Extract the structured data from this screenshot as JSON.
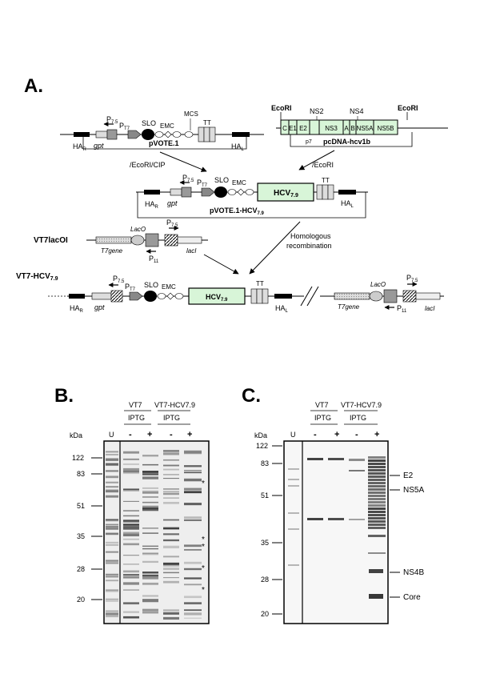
{
  "panel_a": {
    "letter": "A.",
    "pvote1": {
      "name": "pVOTE.1",
      "har": "HA",
      "har_sub": "R",
      "gpt": "gpt",
      "p75": "P",
      "p75_sub": "7.5",
      "pt7": "P",
      "pt7_sub": "T7",
      "slo": "SLO",
      "emc": "EMC",
      "mcs": "MCS",
      "tt": "TT",
      "hal": "HA",
      "hal_sub": "L"
    },
    "pcdna": {
      "name": "pcDNA-hcv1b",
      "ecori_left": "EcoRI",
      "ecori_right": "EcoRI",
      "ns2_top": "NS2",
      "ns4_top": "NS4",
      "p7": "p7",
      "segments": [
        "C",
        "E1",
        "E2",
        "",
        "NS3",
        "A",
        "B",
        "NS5A",
        "NS5B"
      ]
    },
    "arrow_left_label": "/EcoRI/CIP",
    "arrow_right_label": "/EcoRI",
    "pvote_hcv": {
      "name": "pVOTE.1-HCV",
      "name_sub": "7.9",
      "hcv": "HCV",
      "hcv_sub": "7.9"
    },
    "vt7lacoi": {
      "name": "VT7lacOI",
      "t7gene": "T7gene",
      "laco": "LacO",
      "p11": "P",
      "p11_sub": "11",
      "laci": "lacI"
    },
    "homologous": [
      "Homologous",
      "recombination"
    ],
    "vt7hcv": {
      "name": "VT7-HCV",
      "name_sub": "7.9"
    }
  },
  "panel_b": {
    "letter": "B.",
    "groups": [
      "VT7",
      "VT7-HCV7.9"
    ],
    "iptg": [
      "IPTG",
      "IPTG"
    ],
    "kda": "kDa",
    "lanes": [
      "U",
      "-",
      "+",
      "-",
      "+"
    ],
    "markers": [
      "122",
      "83",
      "51",
      "35",
      "28",
      "20"
    ],
    "star": "*"
  },
  "panel_c": {
    "letter": "C.",
    "groups": [
      "VT7",
      "VT7-HCV7.9"
    ],
    "iptg": [
      "IPTG",
      "IPTG"
    ],
    "kda": "kDa",
    "lanes": [
      "U",
      "-",
      "+",
      "-",
      "+"
    ],
    "markers": [
      "122",
      "83",
      "51",
      "35",
      "28",
      "20"
    ],
    "bands": [
      "E2",
      "NS5A",
      "NS4B",
      "Core"
    ]
  },
  "colors": {
    "hcv_fill": "#d8f5d8",
    "gel_bg": "#eeeeee",
    "band": "#333333"
  }
}
